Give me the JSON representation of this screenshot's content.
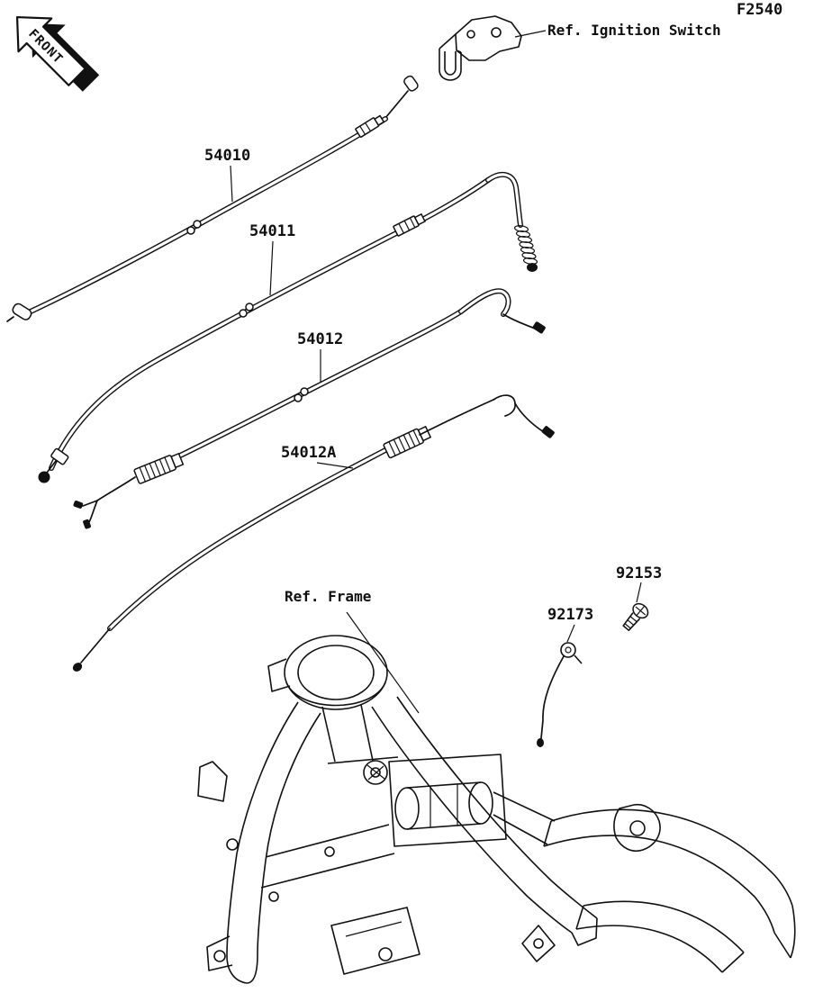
{
  "figure": {
    "code": "F2540",
    "front_label": "FRONT"
  },
  "references": {
    "ignition_switch": "Ref. Ignition Switch",
    "frame": "Ref. Frame"
  },
  "parts": {
    "p54010": "54010",
    "p54011": "54011",
    "p54012": "54012",
    "p54012a": "54012A",
    "p92173": "92173",
    "p92153": "92153"
  }
}
